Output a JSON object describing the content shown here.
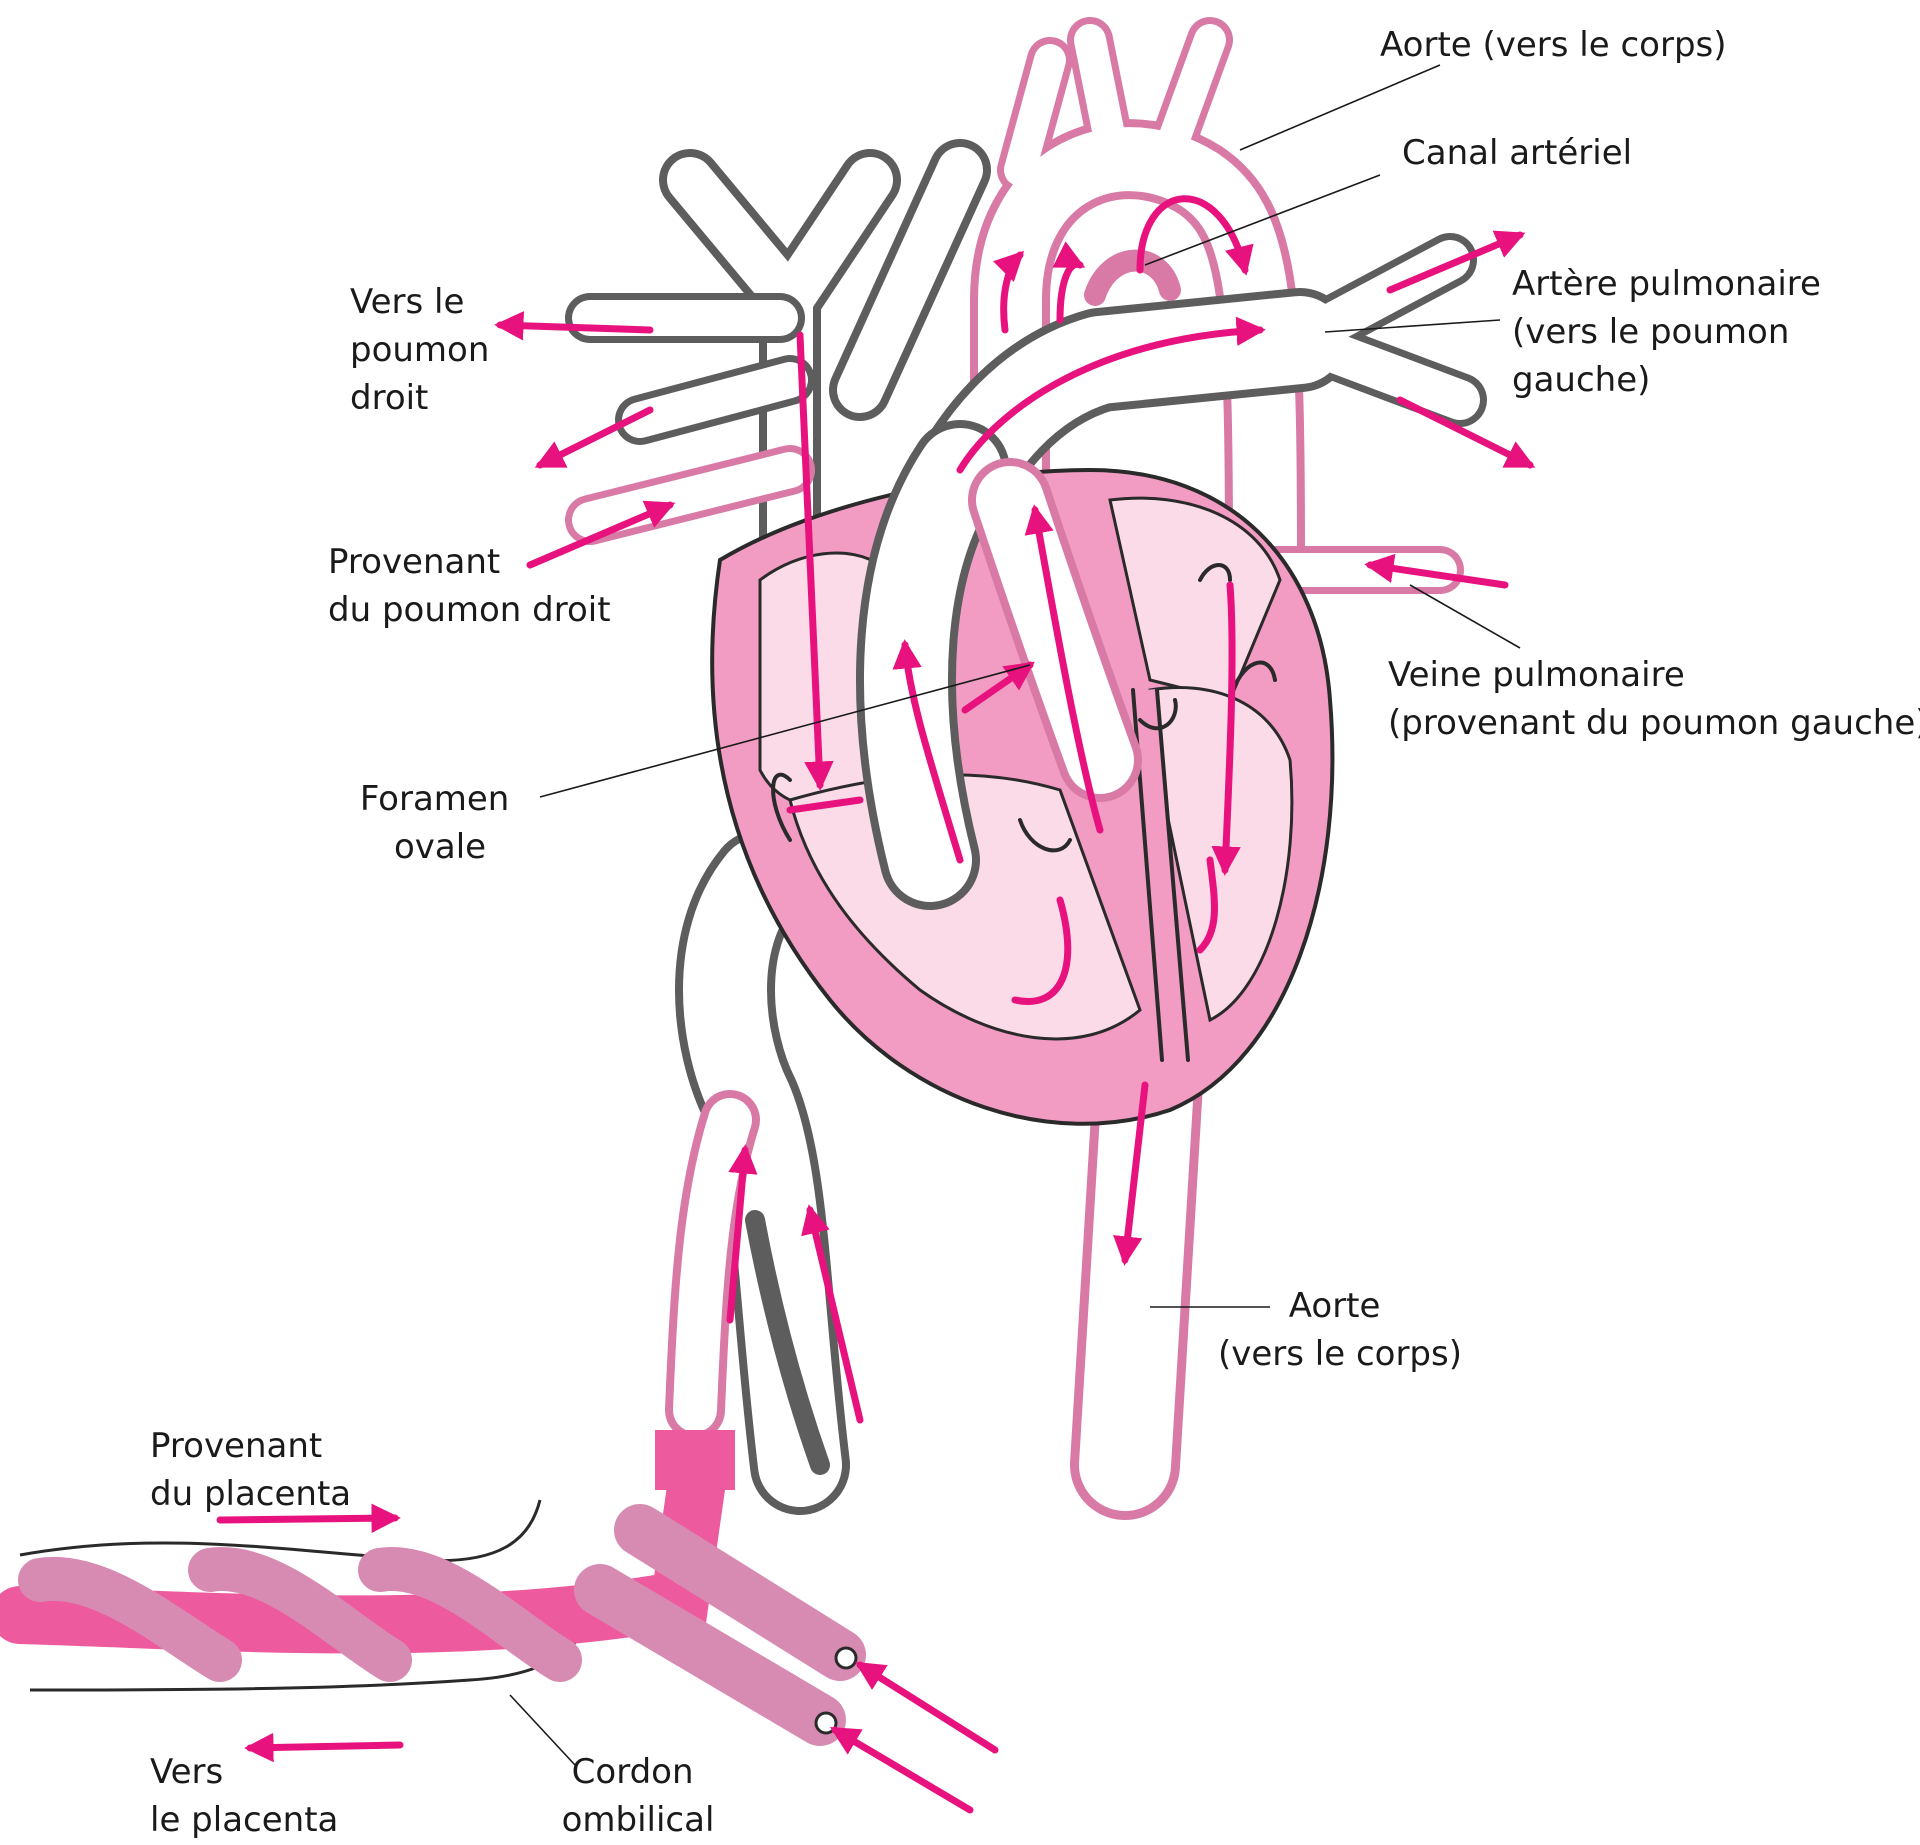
{
  "labels": {
    "aorta_top": "Aorte (vers le corps)",
    "ductus": "Canal artériel",
    "pulm_artery": [
      "Artère pulmonaire",
      "(vers le poumon",
      "gauche)"
    ],
    "to_right_lung": [
      "Vers le",
      "poumon",
      "droit"
    ],
    "from_right_lung": [
      "Provenant",
      "du poumon droit"
    ],
    "pulm_vein": [
      "Veine pulmonaire",
      "(provenant du poumon gauche)"
    ],
    "foramen": [
      "Foramen",
      "ovale"
    ],
    "aorta_bottom": [
      "Aorte",
      "(vers le corps)"
    ],
    "from_placenta": [
      "Provenant",
      "du placenta"
    ],
    "to_placenta": [
      "Vers",
      "le placenta"
    ],
    "cord": [
      "Cordon",
      "ombilical"
    ]
  },
  "colors": {
    "flow_arrow": "#e8127f",
    "heart_wall": "#f29cc3",
    "heart_chamber": "#fbdbe8",
    "vein_gray": "#5d5d5d",
    "artery_pink": "#d87aa5",
    "umbilical_vein": "#ee5a9e",
    "umbilical_artery": "#d88bb2"
  }
}
